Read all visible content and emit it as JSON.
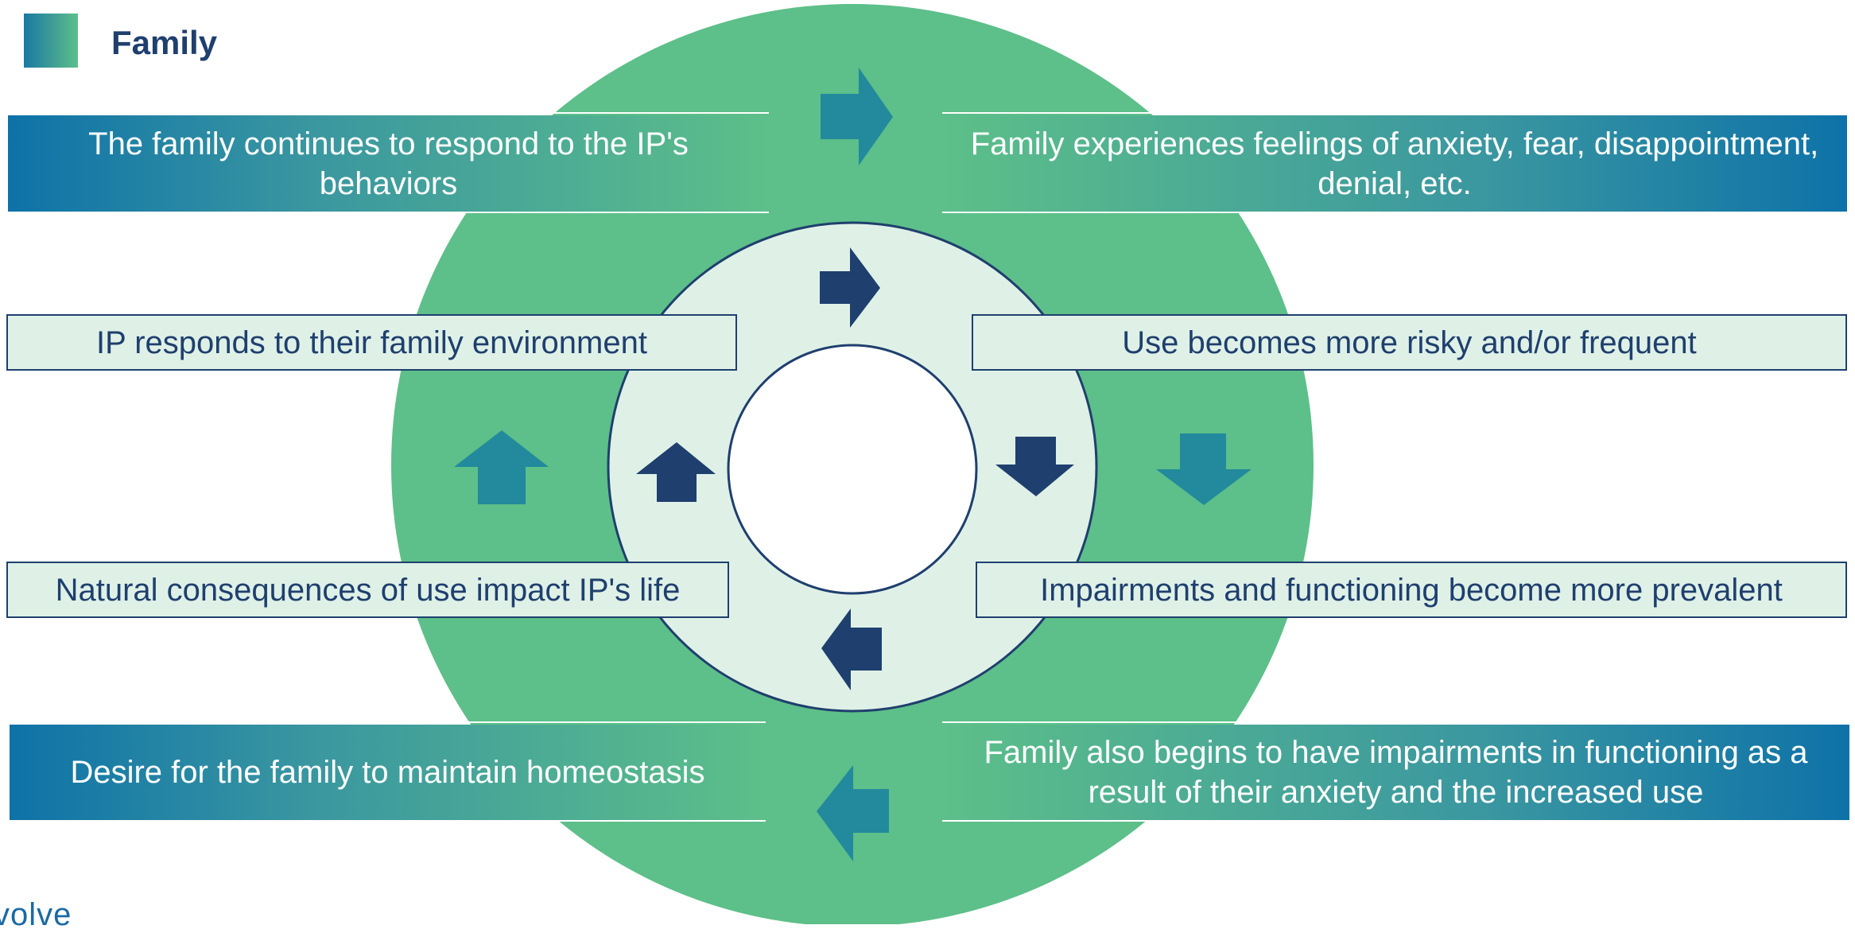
{
  "legend": {
    "label": "Family"
  },
  "cycle": {
    "outer_left_top": "The family continues to respond to the IP's behaviors",
    "outer_right_top": "Family experiences feelings of anxiety, fear, disappointment, denial, etc.",
    "inner_left_top": "IP responds to their family environment",
    "inner_right_top": "Use becomes more risky and/or frequent",
    "inner_left_bottom": "Natural consequences of use impact IP's life",
    "inner_right_bottom": "Impairments and functioning become more prevalent",
    "outer_left_bottom": "Desire for the family to maintain homeostasis",
    "outer_right_bottom": "Family also begins to have impairments in functioning as a result of their anxiety and the increased use"
  },
  "footer": {
    "brand": "volve"
  },
  "colors": {
    "outer_ring": "#5dbf89",
    "inner_ring": "#dff1e7",
    "navy": "#1f3f6e",
    "teal_arrow": "#228a9c"
  }
}
